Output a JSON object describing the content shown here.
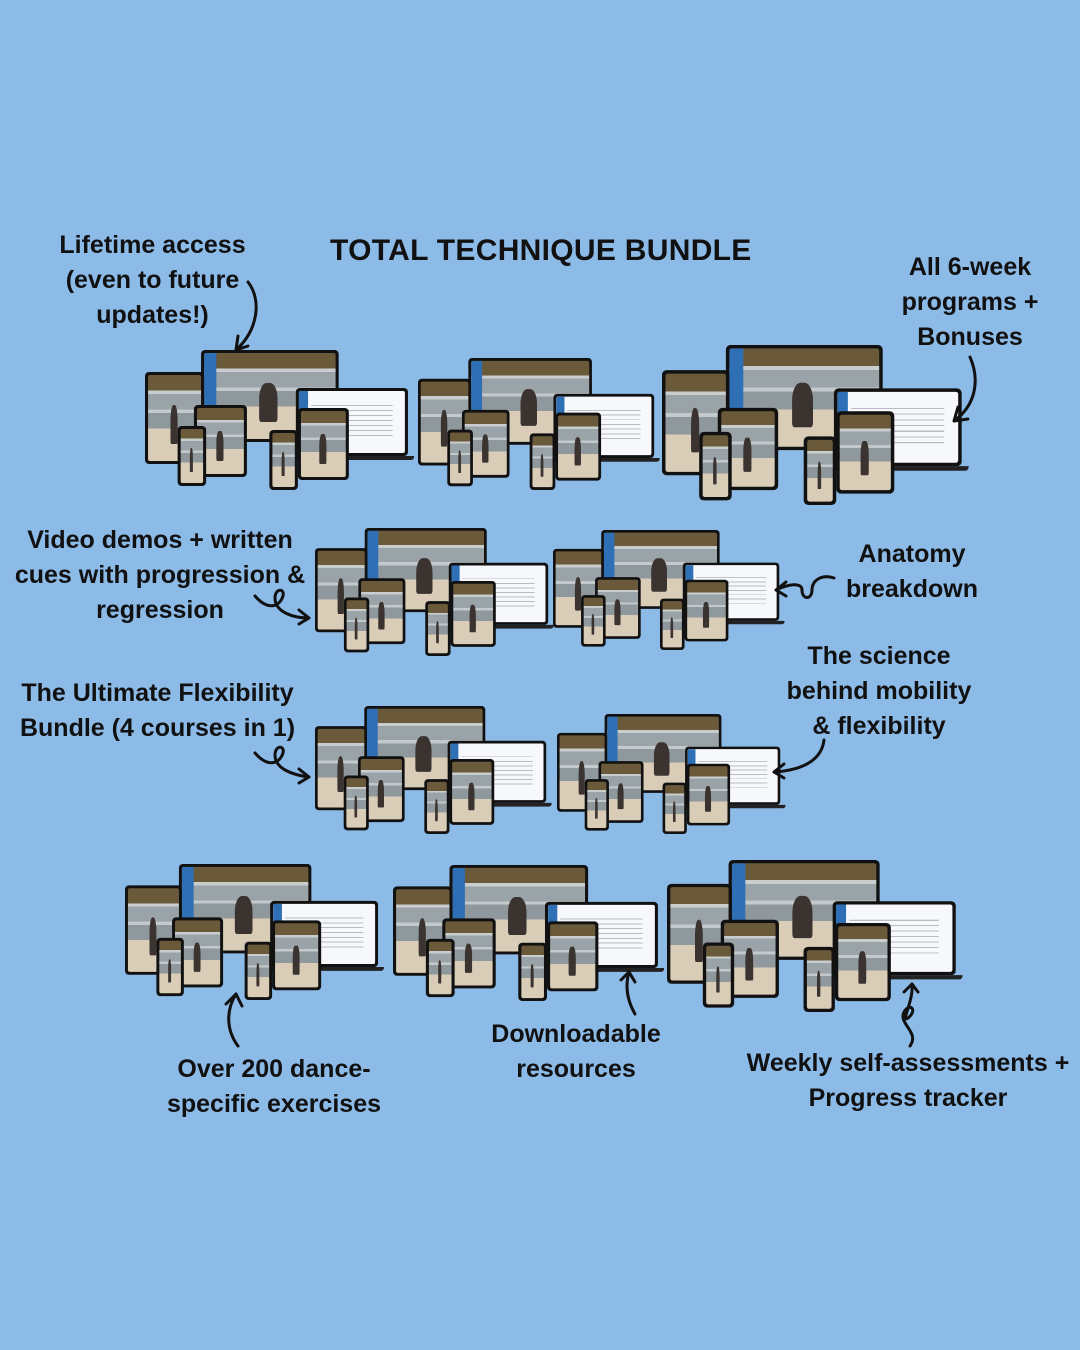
{
  "title": "TOTAL TECHNIQUE BUNDLE",
  "features": {
    "lifetime": [
      "Lifetime access",
      "(even to future",
      "updates!)"
    ],
    "programs": [
      "All 6-week",
      "programs +",
      "Bonuses"
    ],
    "video": [
      "Video demos + written",
      "cues with progression &",
      "regression"
    ],
    "anatomy": [
      "Anatomy",
      "breakdown"
    ],
    "flex_bundle": [
      "The Ultimate Flexibility",
      "Bundle (4 courses in 1)"
    ],
    "science": [
      "The science",
      "behind mobility",
      "& flexibility"
    ],
    "exercises": [
      "Over 200 dance-",
      "specific exercises"
    ],
    "resources": [
      "Downloadable",
      "resources"
    ],
    "assessments": [
      "Weekly self-assessments +",
      "Progress tracker"
    ]
  },
  "colors": {
    "background": "#8dbbe8",
    "text": "#111111",
    "accent": "#2f6fb5"
  }
}
